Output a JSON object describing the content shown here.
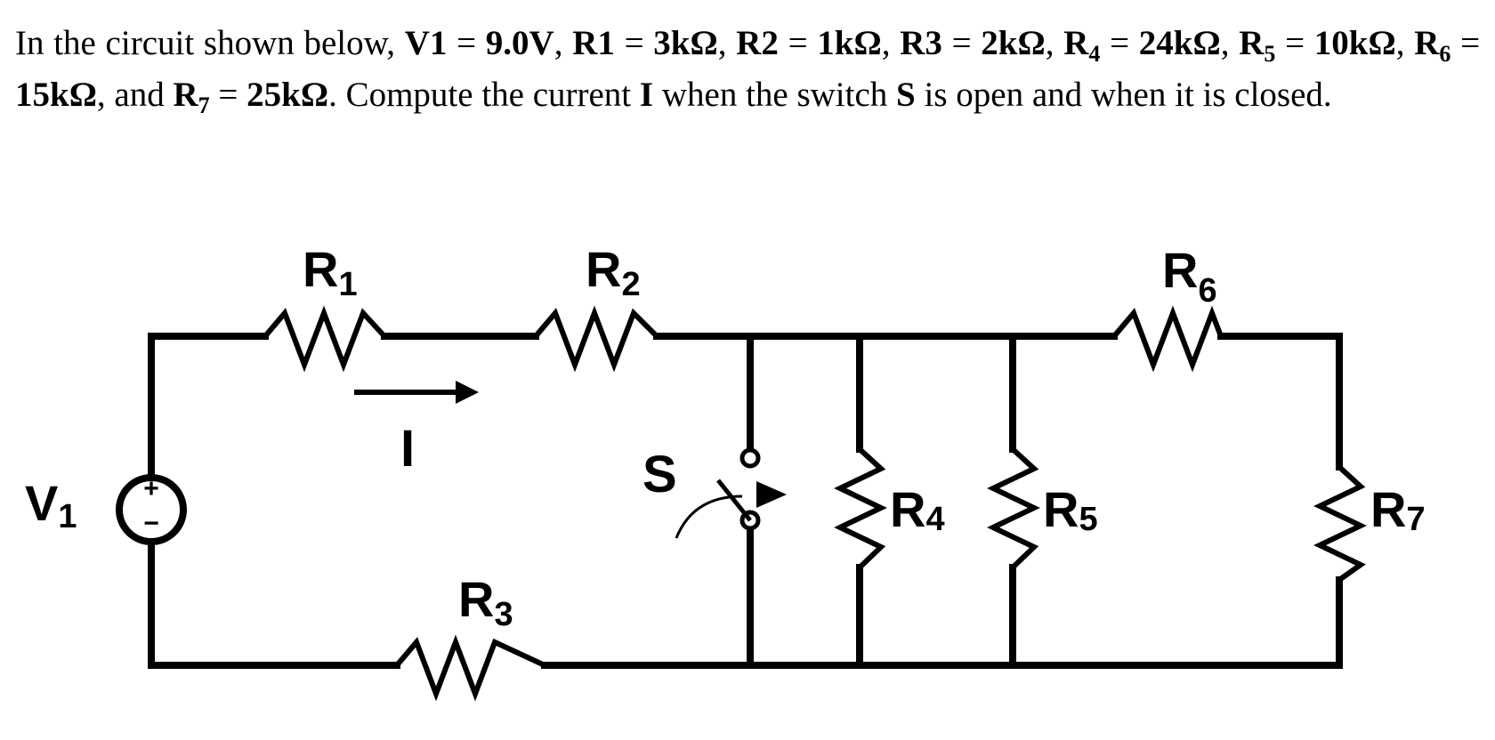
{
  "problem": {
    "t0": "In the circuit shown below, ",
    "v1": "V1",
    "t1": " = ",
    "v1_val": "9.0V",
    "t2": ", ",
    "r1": "R1",
    "t3": " = ",
    "r1_val": "3kΩ",
    "t4": ", ",
    "r2": "R2",
    "t5": " = ",
    "r2_val": "1kΩ",
    "t6": ", ",
    "r3": "R3",
    "t7": " = ",
    "r3_val": "2kΩ",
    "t8": ", ",
    "r4": "R",
    "r4_sub": "4",
    "t9": " = ",
    "r4_val": "24kΩ",
    "t10": ", ",
    "r5": "R",
    "r5_sub": "5",
    "t11": " = ",
    "r5_val": "10kΩ",
    "t12": ", ",
    "r6": "R",
    "r6_sub": "6",
    "t13": " = ",
    "r6_val": "15kΩ",
    "t14": ", and ",
    "r7": "R",
    "r7_sub": "7",
    "t15": " = ",
    "r7_val": "25kΩ",
    "t16": ". Compute the current ",
    "i": "I",
    "t17": " when the switch ",
    "s": "S",
    "t18": " is open and when it is closed."
  },
  "circuit": {
    "labels": {
      "R1": {
        "main": "R",
        "sub": "1"
      },
      "R2": {
        "main": "R",
        "sub": "2"
      },
      "R3": {
        "main": "R",
        "sub": "3"
      },
      "R4": {
        "main": "R",
        "sub": "4"
      },
      "R5": {
        "main": "R",
        "sub": "5"
      },
      "R6": {
        "main": "R",
        "sub": "6"
      },
      "R7": {
        "main": "R",
        "sub": "7"
      },
      "V1": {
        "main": "V",
        "sub": "1"
      },
      "S": "S",
      "I": "I"
    },
    "source_polarity": {
      "top": "+",
      "bottom": "−"
    }
  }
}
